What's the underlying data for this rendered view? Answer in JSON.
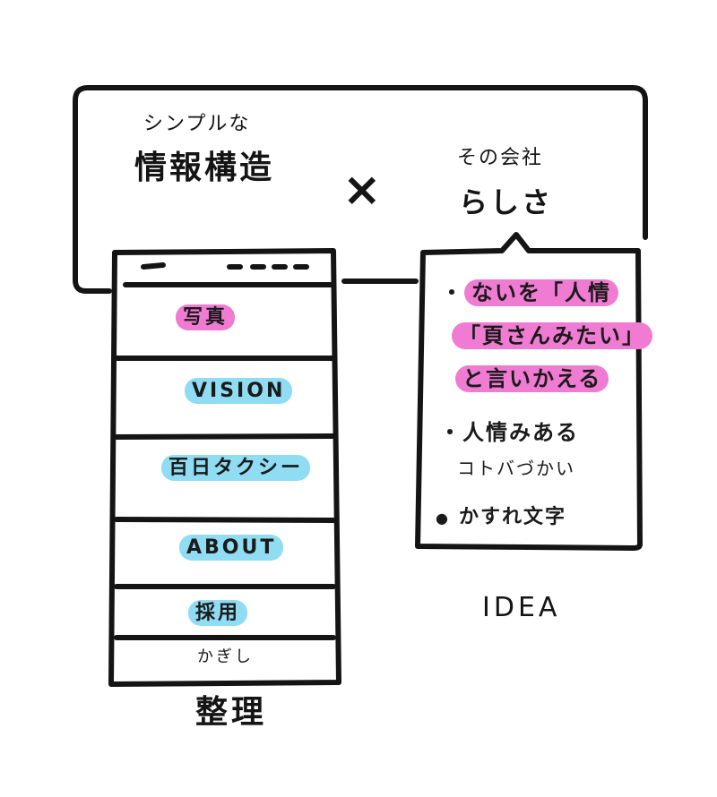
{
  "top_box": {
    "left_small": "シンプルな",
    "left_big": "情報構造",
    "cross": "×",
    "right_small": "その会社",
    "right_big": "らしさ"
  },
  "wireframe": {
    "menu_items": [
      {
        "label": "写真",
        "highlight": "pink"
      },
      {
        "label": "VISION",
        "highlight": "cyan"
      },
      {
        "label": "百日タクシー",
        "highlight": "cyan"
      },
      {
        "label": "ABOUT",
        "highlight": "cyan"
      },
      {
        "label": "採用",
        "highlight": "cyan"
      },
      {
        "label": "かぎし",
        "highlight": "none"
      }
    ],
    "caption": "整理"
  },
  "idea": {
    "line1_prefix": "・",
    "line1": "ないを「人情",
    "line2": "「頁さんみたい」",
    "line3": "と言いかえる",
    "line4_prefix": "・",
    "line4": "人情みある",
    "line5": "コトバづかい",
    "line6_prefix": "●",
    "line6": "かすれ文字",
    "caption": "IDEA"
  },
  "colors": {
    "pink": "#f07bd2",
    "cyan": "#8fdcf3",
    "ink": "#141414"
  }
}
